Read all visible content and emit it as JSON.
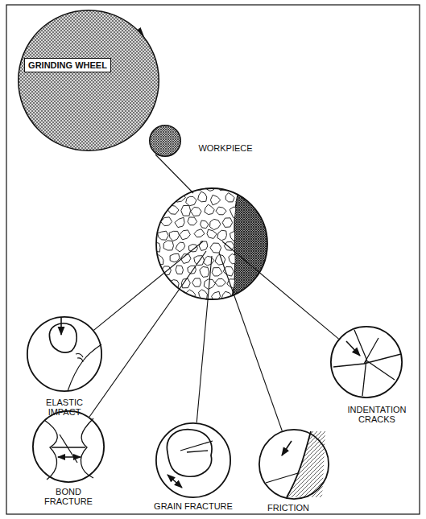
{
  "diagram": {
    "nodes": [
      {
        "text": [
          "GRINDING WHEEL"
        ]
      },
      {
        "text": [
          "WORKPIECE"
        ]
      },
      {
        "text": [
          "ELASTIC IMPACT"
        ]
      },
      {
        "text": [
          "INDENTATION CRACKS"
        ]
      },
      {
        "text": [
          "BOND FRACTURE"
        ]
      },
      {
        "text": [
          "GRAIN FRACTURE"
        ]
      },
      {
        "text": [
          "FRICTION"
        ]
      }
    ]
  }
}
